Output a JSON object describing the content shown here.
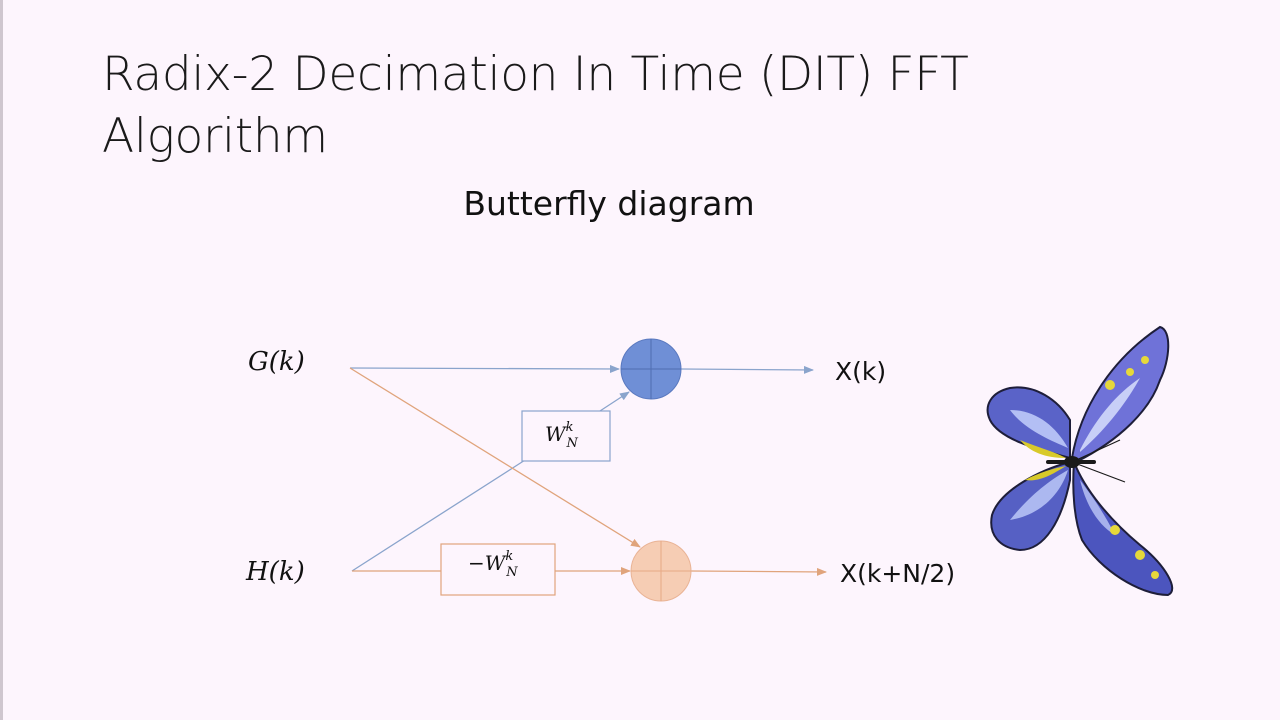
{
  "slide": {
    "title_line1": "Radix-2 Decimation In Time (DIT) FFT",
    "title_line2": "Algorithm",
    "subtitle": "Butterfly diagram"
  },
  "diagram": {
    "inputs": {
      "top": "G(k)",
      "bottom": "H(k)"
    },
    "outputs": {
      "top": "X(k)",
      "bottom": "X(k+N/2)"
    },
    "twiddle": {
      "positive": {
        "base": "W",
        "sup": "k",
        "sub": "N"
      },
      "negative": {
        "sign": "−",
        "base": "W",
        "sup": "k",
        "sub": "N"
      }
    },
    "colors": {
      "blue_path": "#8aa4cc",
      "orange_path": "#e0a47c",
      "adder_top": "#6f8fd6",
      "adder_bottom": "#f6cdb4"
    }
  }
}
